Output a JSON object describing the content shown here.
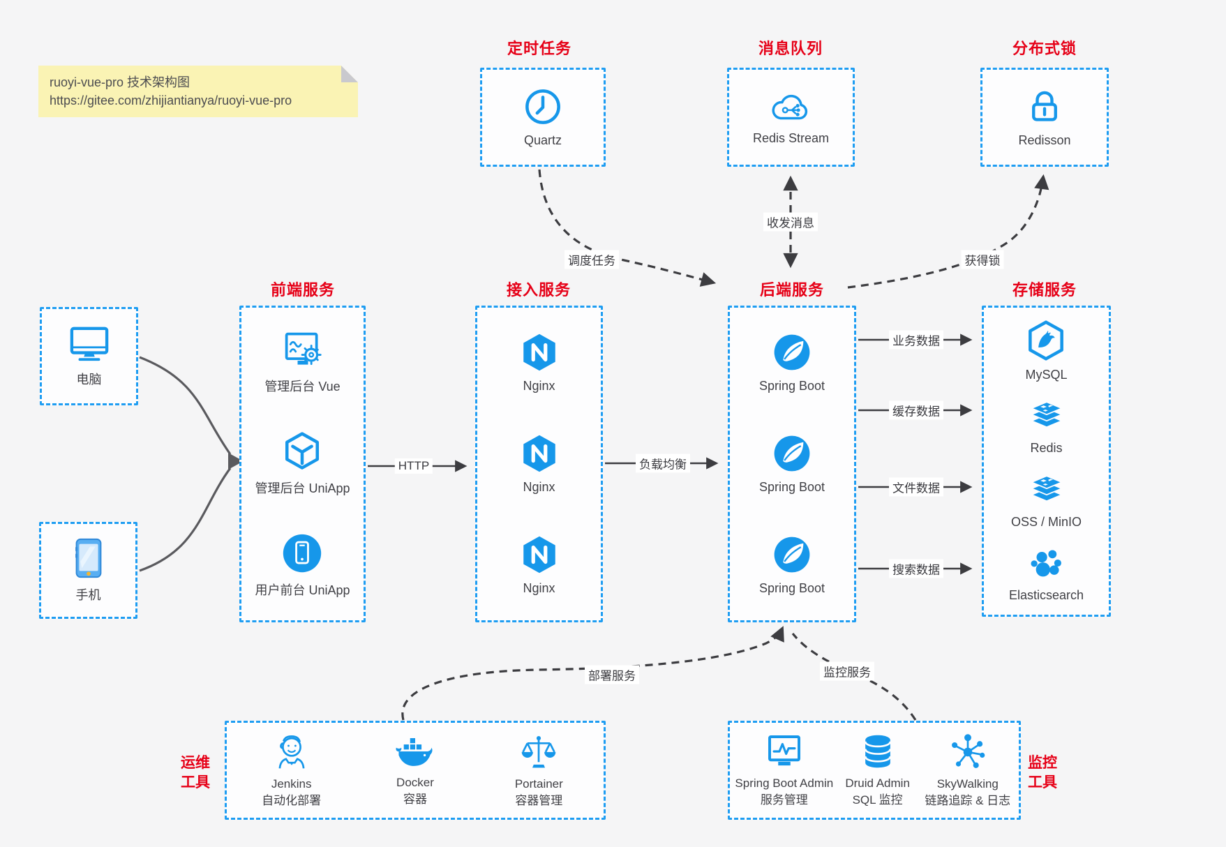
{
  "note": {
    "title": "ruoyi-vue-pro 技术架构图",
    "url": "https://gitee.com/zhijiantianya/ruoyi-vue-pro"
  },
  "sections": {
    "timer": {
      "title": "定时任务",
      "items": [
        {
          "label": "Quartz"
        }
      ]
    },
    "mq": {
      "title": "消息队列",
      "items": [
        {
          "label": "Redis Stream"
        }
      ]
    },
    "lock": {
      "title": "分布式锁",
      "items": [
        {
          "label": "Redisson"
        }
      ]
    },
    "clients": {
      "items": [
        {
          "label": "电脑"
        },
        {
          "label": "手机"
        }
      ]
    },
    "frontend": {
      "title": "前端服务",
      "items": [
        {
          "label": "管理后台 Vue"
        },
        {
          "label": "管理后台 UniApp"
        },
        {
          "label": "用户前台 UniApp"
        }
      ]
    },
    "gateway": {
      "title": "接入服务",
      "items": [
        {
          "label": "Nginx"
        },
        {
          "label": "Nginx"
        },
        {
          "label": "Nginx"
        }
      ]
    },
    "backend": {
      "title": "后端服务",
      "items": [
        {
          "label": "Spring Boot"
        },
        {
          "label": "Spring Boot"
        },
        {
          "label": "Spring Boot"
        }
      ]
    },
    "storage": {
      "title": "存储服务",
      "items": [
        {
          "label": "MySQL"
        },
        {
          "label": "Redis"
        },
        {
          "label": "OSS / MinIO"
        },
        {
          "label": "Elasticsearch"
        }
      ]
    },
    "ops": {
      "title_lines": [
        "运维",
        "工具"
      ],
      "items": [
        {
          "name": "Jenkins",
          "desc": "自动化部署"
        },
        {
          "name": "Docker",
          "desc": "容器"
        },
        {
          "name": "Portainer",
          "desc": "容器管理"
        }
      ]
    },
    "monitor": {
      "title_lines": [
        "监控",
        "工具"
      ],
      "items": [
        {
          "name": "Spring Boot Admin",
          "desc": "服务管理"
        },
        {
          "name": "Druid Admin",
          "desc": "SQL 监控"
        },
        {
          "name": "SkyWalking",
          "desc": "链路追踪 & 日志"
        }
      ]
    }
  },
  "edges": {
    "http": "HTTP",
    "load_balance": "负载均衡",
    "schedule_task": "调度任务",
    "send_receive_message": "收发消息",
    "acquire_lock": "获得锁",
    "business_data": "业务数据",
    "cache_data": "缓存数据",
    "file_data": "文件数据",
    "search_data": "搜索数据",
    "deploy_service": "部署服务",
    "monitor_service": "监控服务"
  },
  "colors": {
    "accent_blue": "#1697ea",
    "border_blue": "#1e9df2",
    "title_red": "#e60017",
    "connector_dark": "#3c3c40",
    "note_bg": "#faf3b4",
    "canvas_bg": "#f5f5f6"
  }
}
